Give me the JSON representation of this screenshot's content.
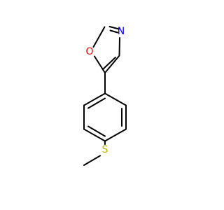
{
  "molecule": {
    "atoms": {
      "nitrogen": {
        "symbol": "N",
        "color": "#0000ff"
      },
      "oxygen": {
        "symbol": "O",
        "color": "#ff0000"
      },
      "sulfur": {
        "symbol": "S",
        "color": "#b5b500"
      }
    },
    "bond_color": "#000000"
  }
}
